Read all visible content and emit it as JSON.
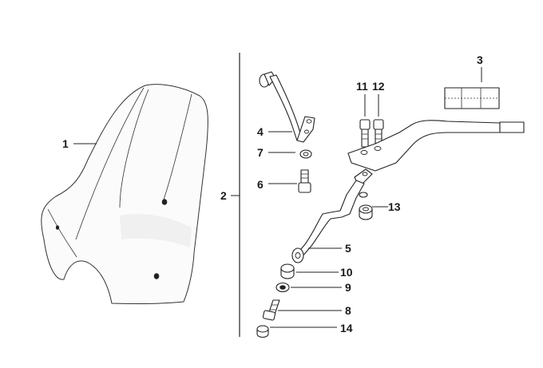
{
  "callouts": {
    "c1": "1",
    "c2": "2",
    "c3": "3",
    "c4": "4",
    "c5": "5",
    "c6": "6",
    "c7": "7",
    "c8": "8",
    "c9": "9",
    "c10": "10",
    "c11": "11",
    "c12": "12",
    "c13": "13",
    "c14": "14"
  },
  "colors": {
    "line": "#222222",
    "background": "#ffffff"
  }
}
